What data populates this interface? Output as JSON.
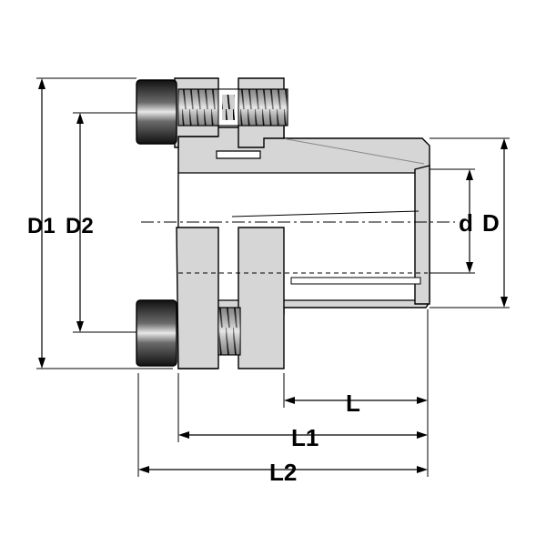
{
  "labels": {
    "D1": "D1",
    "D2": "D2",
    "d": "d",
    "D": "D",
    "L": "L",
    "L1": "L1",
    "L2": "L2"
  },
  "colors": {
    "part_fill": "#d6d6d6",
    "screw_fill": "#1a1a1a",
    "line": "#000000"
  }
}
